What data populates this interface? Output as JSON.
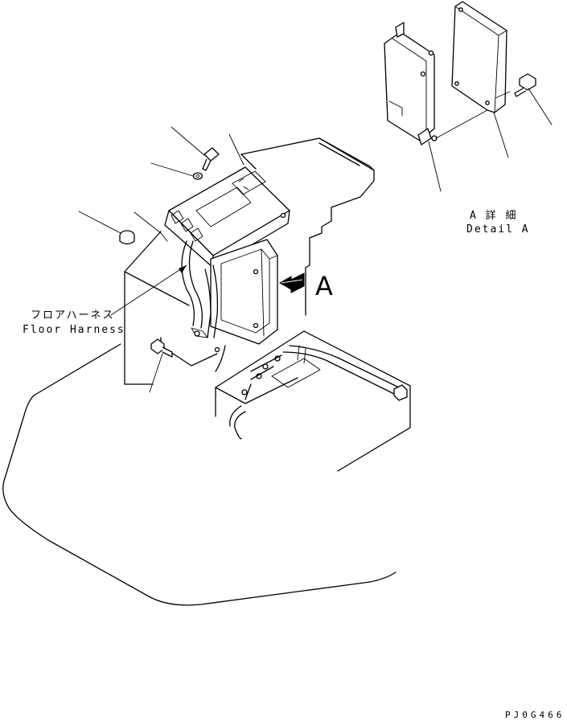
{
  "labels": {
    "detail_jp": "A 詳 細",
    "detail_en": "Detail A",
    "view_letter": "A",
    "harness_jp": "フロアハーネス",
    "harness_en": "Floor Harness",
    "drawing_code": "PJ0G466"
  }
}
